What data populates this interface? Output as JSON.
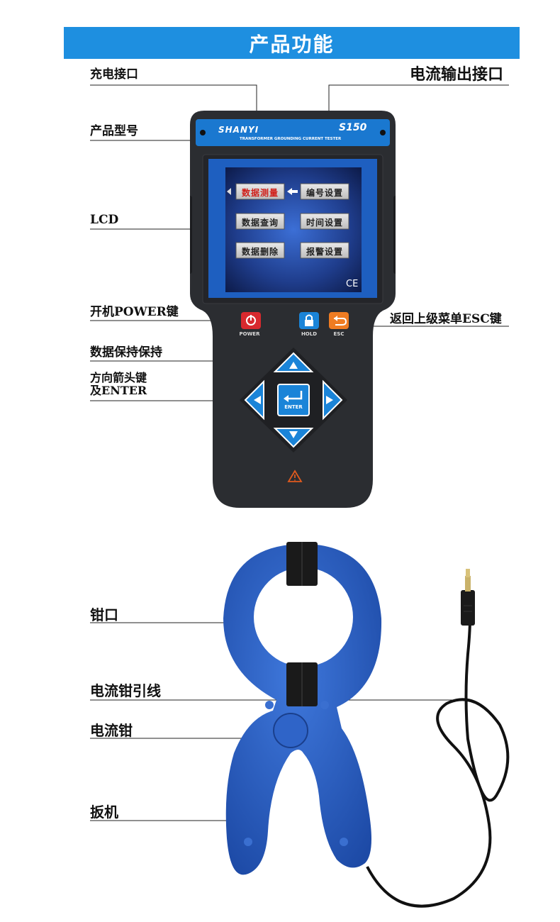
{
  "banner": {
    "title": "产品功能"
  },
  "labels": {
    "charge_port": "充电接口",
    "current_output_port": "电流输出接口",
    "product_model": "产品型号",
    "lcd": "LCD",
    "power_key": "开机POWER键",
    "back_key": "返回上级菜单ESC键",
    "hold_key": "数据保持保持",
    "arrow_keys_line1": "方向箭头键",
    "arrow_keys_line2": "及ENTER",
    "jaw": "钳口",
    "clamp_lead": "电流钳引线",
    "clamp": "电流钳",
    "trigger": "扳机"
  },
  "device": {
    "brand": "SHANYI",
    "model": "S150",
    "subtitle": "TRANSFORMER GROUNDING CURRENT TESTER",
    "menu": [
      {
        "label": "数据测量",
        "selected": true
      },
      {
        "label": "编号设置",
        "selected": false
      },
      {
        "label": "数据查询",
        "selected": false
      },
      {
        "label": "时间设置",
        "selected": false
      },
      {
        "label": "数据删除",
        "selected": false
      },
      {
        "label": "报警设置",
        "selected": false
      }
    ],
    "ce_mark": "CE",
    "buttons": {
      "power": "POWER",
      "hold": "HOLD",
      "esc": "ESC",
      "enter": "ENTER"
    }
  },
  "colors": {
    "banner": "#1e8fe0",
    "device_body": "#2b2d31",
    "screen_blue": "#1f3d8c",
    "key_blue": "#1a84d8",
    "power_red": "#d8292e",
    "esc_orange": "#ef7c22",
    "clamp_blue": "#2657b8",
    "menu_selected_text": "#d0201a"
  }
}
